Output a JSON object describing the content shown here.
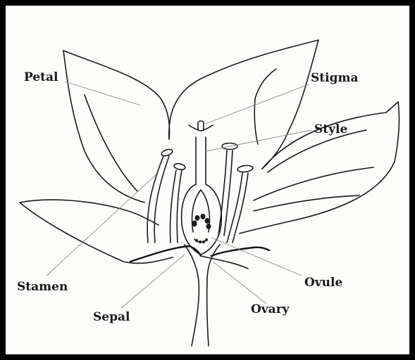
{
  "labels": {
    "petal": "Petal",
    "stigma": "Stigma",
    "style": "Style",
    "stamen": "Stamen",
    "ovule": "Ovule",
    "sepal": "Sepal",
    "ovary": "Ovary"
  },
  "colors": {
    "ink": "#1a1a1a",
    "leader": "#8a8a8a",
    "border": "#000000",
    "background": "#fdfdfb"
  }
}
